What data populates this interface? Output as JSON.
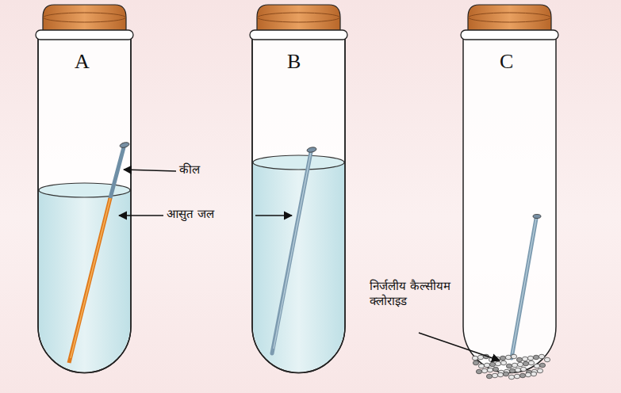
{
  "diagram": {
    "labels": [
      "A",
      "B",
      "C",
      "कील",
      "आसुत जल",
      "निर्जलीय कैल्सीयम क्लोराइड"
    ]
  }
}
